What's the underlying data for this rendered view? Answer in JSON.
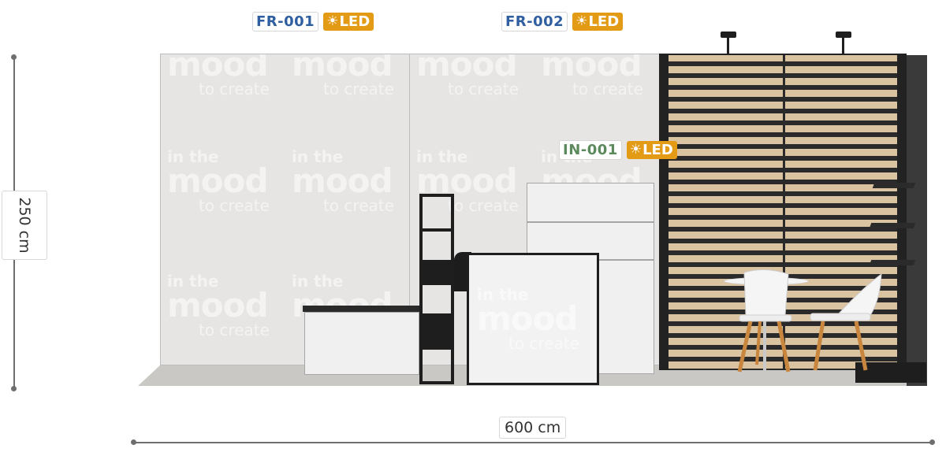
{
  "dimensions": {
    "height_label": "250 cm",
    "width_label": "600 cm"
  },
  "tags": [
    {
      "code": "FR-001",
      "led": "LED",
      "code_color": "#2f5fa0"
    },
    {
      "code": "FR-002",
      "led": "LED",
      "code_color": "#2f5fa0"
    },
    {
      "code": "IN-001",
      "led": "LED",
      "code_color": "#5c8a5c"
    }
  ],
  "colors": {
    "led_badge": "#e39b16",
    "fr_code": "#2f5fa0",
    "in_code": "#5c8a5c",
    "wall": "#e6e5e3",
    "wood": "#d9c3a1"
  },
  "icons": {
    "led": "sun-icon",
    "spotlight": "spotlight-icon"
  }
}
